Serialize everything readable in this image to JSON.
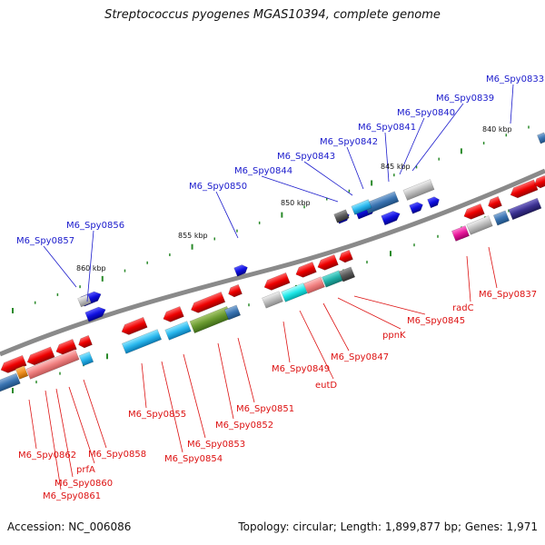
{
  "title": "Streptococcus pyogenes MGAS10394, complete genome",
  "footer": {
    "accession": "Accession: NC_006086",
    "summary": "Topology: circular; Length: 1,899,877 bp; Genes: 1,971"
  },
  "colors": {
    "backbone": "#8a8a8a",
    "forward_label": "#1a1acc",
    "reverse_label": "#dd1111",
    "tick": "#2a8a2a"
  },
  "kbp_labels": [
    "860 kbp",
    "855 kbp",
    "850 kbp",
    "845 kbp",
    "840 kbp"
  ],
  "forward_genes": [
    "M6_Spy0857",
    "M6_Spy0856",
    "M6_Spy0850",
    "M6_Spy0844",
    "M6_Spy0843",
    "M6_Spy0842",
    "M6_Spy0841",
    "M6_Spy0840",
    "M6_Spy0839",
    "M6_Spy0833"
  ],
  "reverse_genes": [
    "M6_Spy0862",
    "M6_Spy0861",
    "M6_Spy0860",
    "prfA",
    "M6_Spy0858",
    "M6_Spy0855",
    "M6_Spy0854",
    "M6_Spy0853",
    "M6_Spy0852",
    "M6_Spy0851",
    "M6_Spy0849",
    "eutD",
    "M6_Spy0847",
    "ppnK",
    "M6_Spy0845",
    "radC",
    "M6_Spy0837"
  ]
}
